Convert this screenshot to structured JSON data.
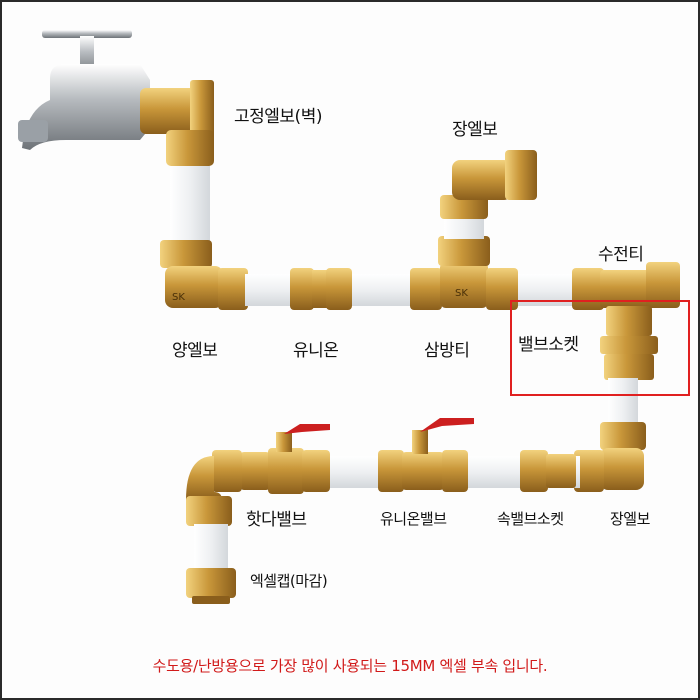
{
  "labels": {
    "fixed_elbow_wall": "고정엘보(벽)",
    "long_elbow_top": "장엘보",
    "tap_tee": "수전티",
    "double_elbow": "양엘보",
    "union": "유니온",
    "tee": "삼방티",
    "valve_socket": "밸브소켓",
    "hatda_valve": "핫다밸브",
    "union_valve": "유니온밸브",
    "inner_valve_socket": "속밸브소켓",
    "long_elbow_bottom": "장엘보",
    "xl_cap": "엑셀캡(마감)"
  },
  "caption": "수도용/난방용으로 가장 많이 사용되는 15MM 엑셀 부속 입니다.",
  "stamps": {
    "sk": "SK"
  },
  "colors": {
    "brass": "#c9973a",
    "pipe": "#eef0f2",
    "highlight": "#e02020",
    "caption": "#d11a1a",
    "valve_handle": "#cc1f1f"
  }
}
